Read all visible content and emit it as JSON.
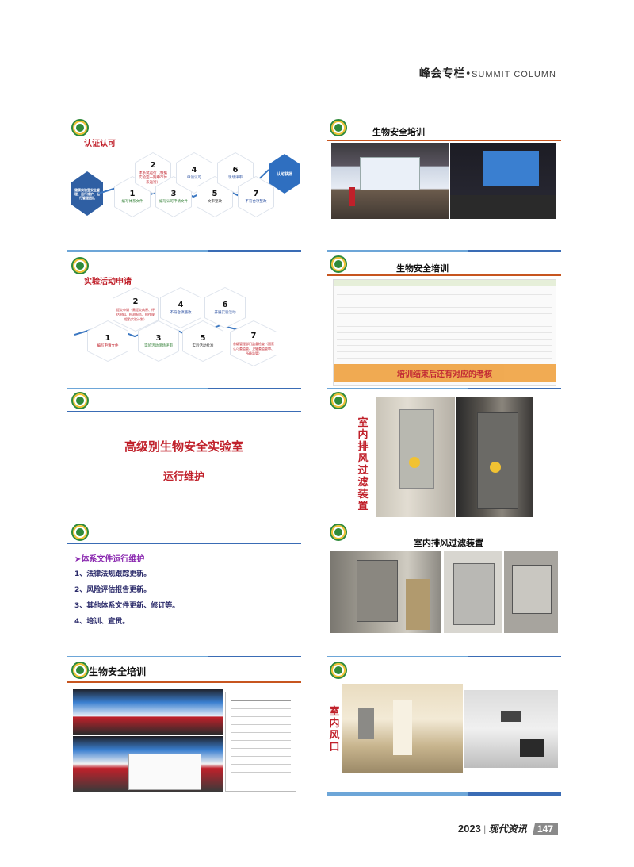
{
  "header": {
    "cn": "峰会专栏",
    "sep": "•",
    "en": "SUMMIT COLUMN"
  },
  "slides": {
    "cert": {
      "title": "认证认可",
      "start": "健康实验室安全管理、运行维护、运行管理团队",
      "end": "认可获批",
      "steps": [
        {
          "num": "1",
          "label": "编写体系文件"
        },
        {
          "num": "2",
          "label": "体系试运行（根据实验室一期申市体系运行）"
        },
        {
          "num": "3",
          "label": "编写认可申请文件"
        },
        {
          "num": "4",
          "label": "申请认可"
        },
        {
          "num": "5",
          "label": "文审整改"
        },
        {
          "num": "6",
          "label": "现场评审"
        },
        {
          "num": "7",
          "label": "不符合项整改"
        }
      ]
    },
    "training1": {
      "title": "生物安全培训"
    },
    "activity": {
      "title": "实验活动申请",
      "steps": [
        {
          "num": "1",
          "label": "编写申请文件"
        },
        {
          "num": "2",
          "label": "提交申请（需提交病原、评估材料、检测报告、操作规程及实验计划）"
        },
        {
          "num": "3",
          "label": "实验活动现场评审"
        },
        {
          "num": "4",
          "label": "不符合项整改"
        },
        {
          "num": "5",
          "label": "实验活动批准"
        },
        {
          "num": "6",
          "label": "开展实验活动"
        },
        {
          "num": "7",
          "label": "各级管理部门监督检查（国家认可委监管、卫健委监管审、所级监管）"
        }
      ]
    },
    "training2": {
      "title": "生物安全培训",
      "banner": "培训结束后还有对应的考核"
    },
    "maintenance": {
      "line1": "高级别生物安全实验室",
      "line2": "运行维护"
    },
    "exhaust1": {
      "vtitle": [
        "室",
        "内",
        "排",
        "风",
        "过",
        "滤",
        "装",
        "置"
      ]
    },
    "system": {
      "heading": "➤体系文件运行维护",
      "items": [
        "1、法律法规跟踪更新。",
        "2、风险评估报告更新。",
        "3、其他体系文件更新、修订等。",
        "4、培训、宣贯。"
      ]
    },
    "exhaust2": {
      "title": "室内排风过滤装置"
    },
    "training3": {
      "title": "生物安全培训"
    },
    "outlet": {
      "vtitle": [
        "室",
        "内",
        "风",
        "口"
      ]
    }
  },
  "footer": {
    "year": "2023",
    "mag": "现代资讯",
    "page": "147"
  }
}
